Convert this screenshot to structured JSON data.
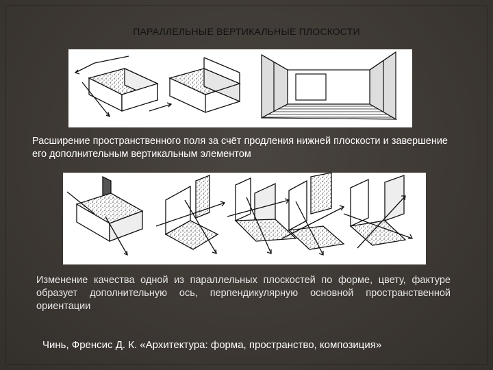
{
  "slide": {
    "title": "ПАРАЛЛЕЛЬНЫЕ ВЕРТИКАЛЬНЫЕ ПЛОСКОСТИ",
    "paragraph1": "Расширение пространственного поля за счёт продления нижней плоскости и завершение его дополнительным вертикальным элементом",
    "paragraph2": "Изменение качества одной из параллельных плоскостей по форме, цвету, фактуре образует дополнительную ось, перпендикулярную основной пространственной ориентации",
    "citation": "Чинь, Френсис Д. К. «Архитектура: форма, пространство, композиция»"
  },
  "figures": {
    "top_icons": [
      "box-with-arrows-icon",
      "open-box-icon",
      "room-perspective-icon"
    ],
    "bottom_icons": [
      "box-axis-icon",
      "axis-cross-icon",
      "axis-cross-icon",
      "axis-cross-icon",
      "axis-cross-icon"
    ]
  },
  "colors": {
    "background": "#3d3833",
    "text": "#ffffff",
    "title_text": "#111111"
  }
}
